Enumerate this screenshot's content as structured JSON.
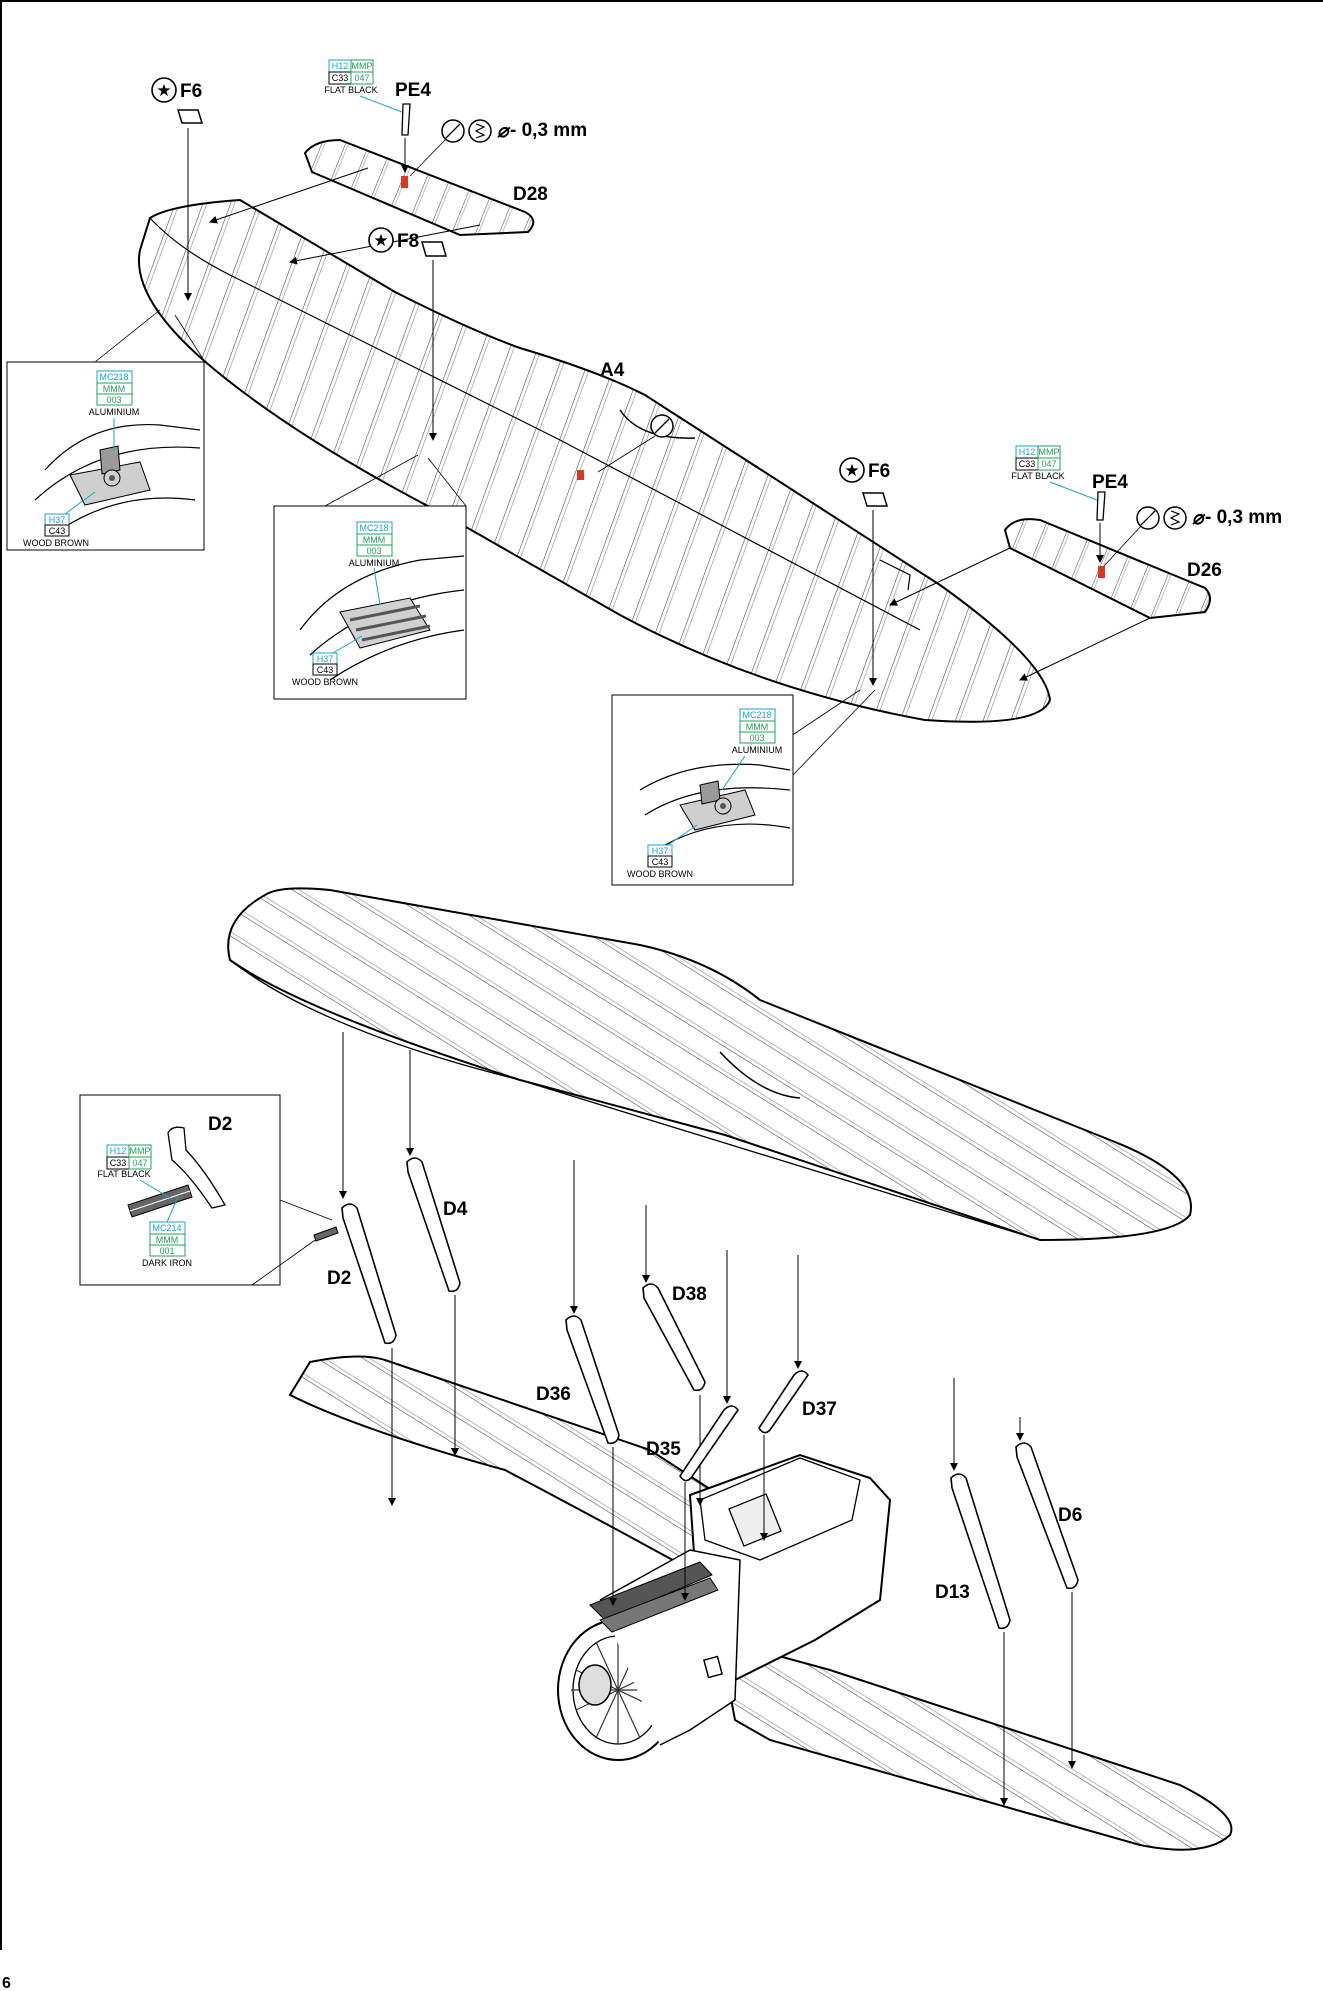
{
  "page_number": "6",
  "icons": {
    "star": "part-removal-star-icon",
    "drill": "drill-icon",
    "diameter": "diameter-symbol-icon",
    "cut": "cut-icon"
  },
  "colors": {
    "paint_cyan": "#1aa3c9",
    "paint_green": "#22a05a",
    "glue_red": "#d83a20"
  },
  "upper_wing": {
    "part_labels": {
      "wing": "A4",
      "left_aileron": "D28",
      "right_aileron": "D26",
      "left_pe": "PE4",
      "right_pe": "PE4"
    },
    "stars": [
      {
        "label": "F6"
      },
      {
        "label": "F8"
      },
      {
        "label": "F6"
      }
    ],
    "drill_note": "- 0,3 mm",
    "paint_flat_black": {
      "h": "H12",
      "mmp": "MMP",
      "c": "C33",
      "code": "047",
      "name": "FLAT BLACK"
    }
  },
  "details": {
    "left": {
      "mc": "MC218",
      "mmm": "MMM",
      "code": "003",
      "name": "ALUMINIUM",
      "h": "H37",
      "c": "C43",
      "name2": "WOOD BROWN"
    },
    "center": {
      "mc": "MC218",
      "mmm": "MMM",
      "code": "003",
      "name": "ALUMINIUM",
      "h": "H37",
      "c": "C43",
      "name2": "WOOD BROWN"
    },
    "right": {
      "mc": "MC218",
      "mmm": "MMM",
      "code": "003",
      "name": "ALUMINIUM",
      "h": "H37",
      "c": "C43",
      "name2": "WOOD BROWN"
    }
  },
  "strut_detail": {
    "title": "D2",
    "flat_black": {
      "h": "H12",
      "mmp": "MMP",
      "c": "C33",
      "code": "047",
      "name": "FLAT BLACK"
    },
    "dark_iron": {
      "mc": "MC214",
      "mmm": "MMM",
      "code": "001",
      "name": "DARK IRON"
    }
  },
  "struts": [
    "D2",
    "D4",
    "D36",
    "D38",
    "D35",
    "D37",
    "D13",
    "D6"
  ]
}
